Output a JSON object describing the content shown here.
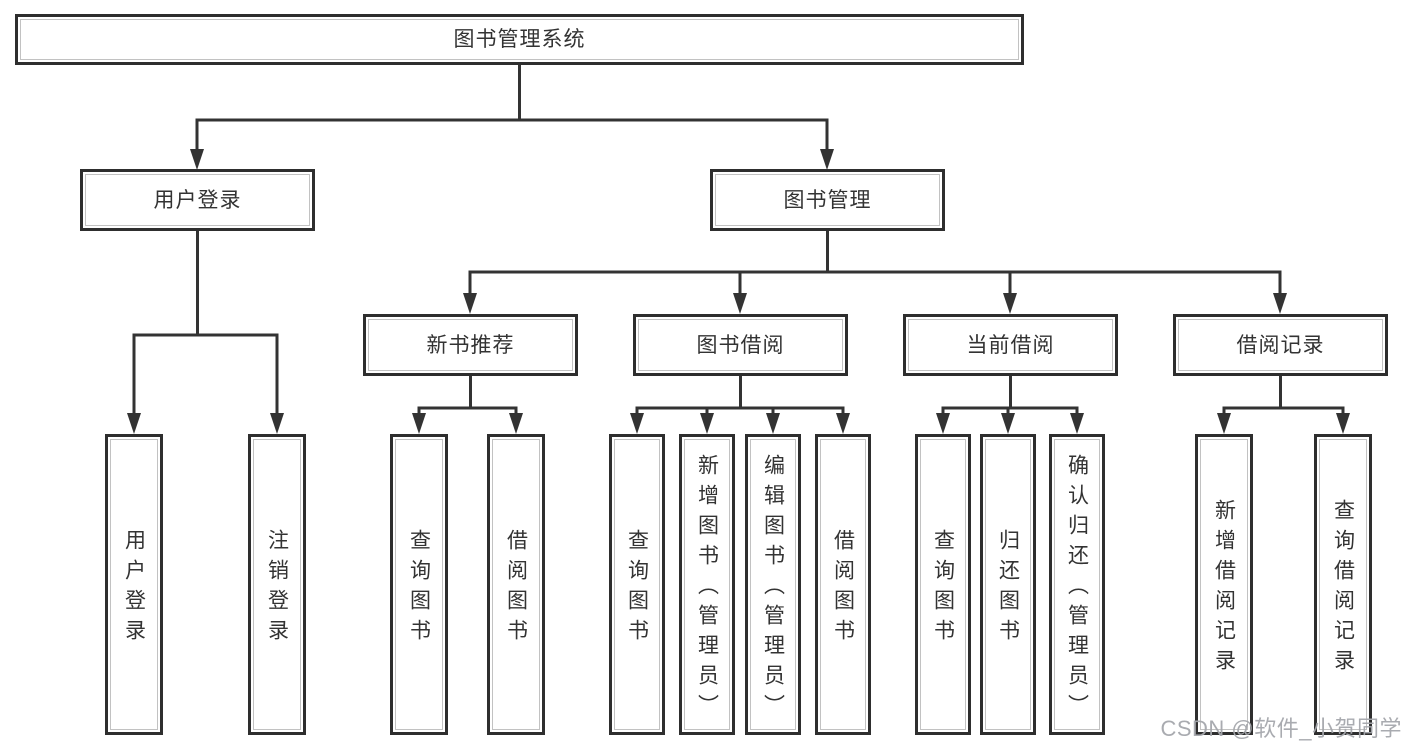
{
  "watermark": "CSDN @软件_小贺同学",
  "colors": {
    "line": "#333333",
    "box_border": "#2e2e2e",
    "box_inner_line": "#c2c2c2",
    "text": "#333333",
    "watermark": "#a4a7ac",
    "background": "#ffffff"
  },
  "nodes": {
    "root": "图书管理系统",
    "user_login": "用户登录",
    "book_manage": "图书管理",
    "new_book": "新书推荐",
    "book_borrow": "图书借阅",
    "current_borrow": "当前借阅",
    "borrow_record": "借阅记录",
    "leaf_user_login": "用户登录",
    "leaf_logout": "注销登录",
    "leaf_nb_query": "查询图书",
    "leaf_nb_borrow": "借阅图书",
    "leaf_bb_query": "查询图书",
    "leaf_bb_add": "新增图书（管理员）",
    "leaf_bb_edit": "编辑图书（管理员）",
    "leaf_bb_borrow": "借阅图书",
    "leaf_cb_query": "查询图书",
    "leaf_cb_return": "归还图书",
    "leaf_cb_confirm": "确认归还（管理员）",
    "leaf_br_add": "新增借阅记录",
    "leaf_br_query": "查询借阅记录"
  }
}
